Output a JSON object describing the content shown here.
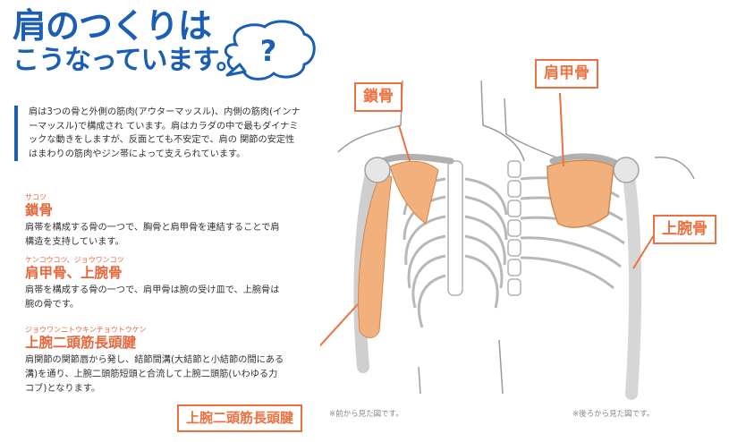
{
  "title": {
    "line1": "肩のつくりは",
    "line2": "こうなっています。",
    "bubble_mark": "?"
  },
  "intro": "肩は3つの骨と外側の筋肉(アウターマッスル)、内側の筋肉(インナーマッスル)で構成され ています。肩はカラダの中で最もダイナミックな動きをしますが、反面とても不安定で、肩の 関節の安定性はまわりの筋肉やジン帯によって支えられています。",
  "sections": [
    {
      "ruby": "サコツ",
      "heading": "鎖骨",
      "text": "肩帯を構成する骨の一つで、胸骨と肩甲骨を連結することで肩構造を支持しています。"
    },
    {
      "ruby": "ケンコウコツ、ジョウワンコツ",
      "heading": "肩甲骨、上腕骨",
      "text": "肩帯を構成する骨の一つで、肩甲骨は腕の受け皿で、上腕骨は腕の骨です。"
    },
    {
      "ruby": "ジョウワンニトウキンチョウトウケン",
      "heading": "上腕二頭筋長頭腱",
      "text": "肩関節の関節唇から発し、結節間溝(大結節と小結節の間にある溝)を通り、上腕二頭筋短頭と合流して上腕二頭筋(いわゆる力コブ)となります。"
    }
  ],
  "labels": {
    "clavicle": "鎖骨",
    "scapula": "肩甲骨",
    "humerus": "上腕骨",
    "biceps_tendon": "上腕二頭筋長頭腱"
  },
  "captions": {
    "front": "※前から見た図です。",
    "back": "※後ろから見た図です。"
  },
  "colors": {
    "title_blue": "#1a5fb4",
    "accent_orange": "#ee7040",
    "muscle": "#f2b07c",
    "bone_outline": "#9a9a9a"
  }
}
